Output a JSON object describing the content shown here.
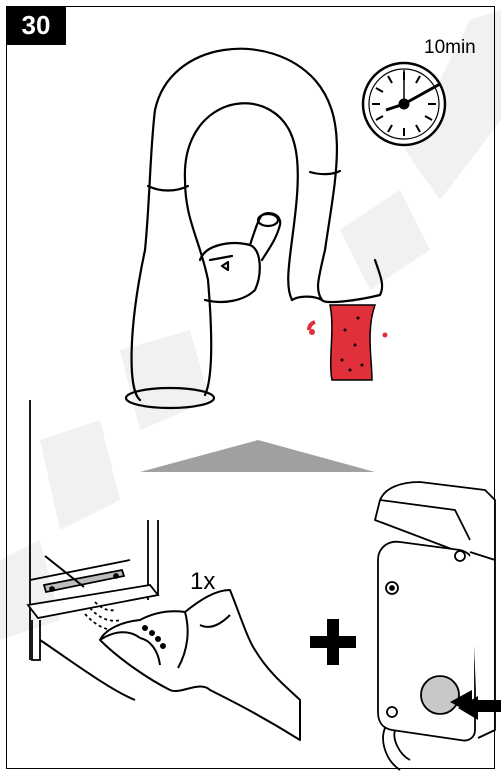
{
  "step": {
    "number": "30"
  },
  "timer": {
    "label": "10min"
  },
  "action": {
    "label": "1x"
  },
  "icons": {
    "clock": "stopwatch-icon",
    "plus": "plus-icon",
    "arrow": "push-arrow-icon"
  },
  "colors": {
    "water": "#e0303a",
    "arrow_gray": "#a0a0a0",
    "button_gray": "#c8c8c8",
    "watermark": "#f2f2f2"
  }
}
